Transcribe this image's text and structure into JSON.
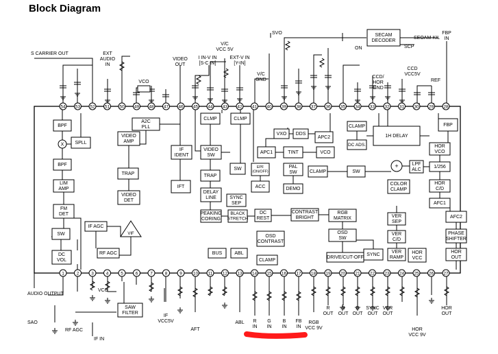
{
  "title": "Block Diagram",
  "top_pins": [
    "54",
    "53",
    "52",
    "51",
    "50",
    "49",
    "48",
    "47",
    "46",
    "45",
    "44",
    "43",
    "42",
    "41",
    "40",
    "39",
    "38",
    "37",
    "36",
    "35",
    "34",
    "33",
    "32",
    "31",
    "30",
    "29",
    "28"
  ],
  "bottom_pins": [
    "1",
    "2",
    "3",
    "4",
    "5",
    "6",
    "7",
    "8",
    "9",
    "10",
    "11",
    "12",
    "13",
    "14",
    "15",
    "16",
    "17",
    "18",
    "19",
    "20",
    "21",
    "22",
    "23",
    "24",
    "25",
    "26",
    "27"
  ],
  "blocks": {
    "bpf1": [
      "BPF"
    ],
    "spll": [
      "SPLL"
    ],
    "bpf2": [
      "BPF"
    ],
    "lim_amp": [
      "LIM",
      "AMP"
    ],
    "fm_det": [
      "FM",
      "DET"
    ],
    "sw_left": [
      "SW"
    ],
    "dc_vol": [
      "DC",
      "VOL"
    ],
    "if_agc": [
      "IF AGC"
    ],
    "rf_agc": [
      "RF AGC"
    ],
    "vif": [
      "VIF"
    ],
    "a2c_pll": [
      "A2C",
      "PLL"
    ],
    "video_amp": [
      "VIDEO",
      "AMP"
    ],
    "trap1": [
      "TRAP"
    ],
    "video_det": [
      "VIDEO",
      "DET"
    ],
    "if_ident": [
      "IF",
      "IDENT"
    ],
    "ift": [
      "IFT"
    ],
    "saw_filter": [
      "SAW",
      "FILTER"
    ],
    "clmp1": [
      "CLMP"
    ],
    "clmp2": [
      "CLMP"
    ],
    "video_sw": [
      "VIDEO",
      "SW"
    ],
    "sw_mid": [
      "SW"
    ],
    "trap2": [
      "TRAP"
    ],
    "delay_line": [
      "DELAY",
      "LINE"
    ],
    "sync_sep": [
      "SYNC",
      "SEP"
    ],
    "peaking": [
      "PEAKING",
      "CORING"
    ],
    "black_stretch": [
      "BLACK",
      "STRETCH"
    ],
    "dc_rest": [
      "DC",
      "REST"
    ],
    "apc1": [
      "APC1"
    ],
    "vxo": [
      "VXO"
    ],
    "dds": [
      "DDS"
    ],
    "apc2": [
      "APC2"
    ],
    "tint": [
      "TINT"
    ],
    "vco_small": [
      "VCO"
    ],
    "epf": [
      "EPF",
      "(ON/OFF)"
    ],
    "acc": [
      "ACC"
    ],
    "pal_sw": [
      "PAL",
      "SW"
    ],
    "demo": [
      "DEMO"
    ],
    "clamp_mid": [
      "CLAMP"
    ],
    "sw_right": [
      "SW"
    ],
    "clamp_top": [
      "CLAMP"
    ],
    "dc_ads": [
      "DC ADS."
    ],
    "delay_1h": [
      "1H DELAY"
    ],
    "lpf_alc": [
      "LPF",
      "ALC"
    ],
    "color_clamp": [
      "COLOR",
      "CLAMP"
    ],
    "fbp": [
      "FBP"
    ],
    "hor_vco": [
      "HOR",
      "VCO"
    ],
    "div256": [
      "1/256"
    ],
    "hor_cd": [
      "HOR",
      "C/D"
    ],
    "afc1": [
      "AFC1"
    ],
    "afc2": [
      "AFC2"
    ],
    "phase_shifter": [
      "PHASE",
      "SHIFTER"
    ],
    "hor_out": [
      "HOR",
      "OUT"
    ],
    "contrast_bright": [
      "CONTRAST",
      "BRIGHT"
    ],
    "rgb_matrix": [
      "RGB",
      "MATRIX"
    ],
    "osd_sw": [
      "OSD",
      "SW"
    ],
    "drive_cutoff": [
      "DRIVE/CUT-OFF"
    ],
    "osd_contrast": [
      "OSD",
      "CONTRAST"
    ],
    "clamp_bottom": [
      "CLAMP"
    ],
    "bus": [
      "BUS"
    ],
    "abl": [
      "ABL"
    ],
    "sync": [
      "SYNC"
    ],
    "ver_sep": [
      "VER",
      "SEP"
    ],
    "ver_cd": [
      "VER",
      "C/D"
    ],
    "ver_ramp": [
      "VER",
      "RAMP"
    ],
    "hor_vcc": [
      "HOR",
      "VCC"
    ],
    "secam": [
      "SECAM",
      "DECODER"
    ]
  },
  "labels": {
    "s_carrier_out": "S CARRIER OUT",
    "ext_audio_in": [
      "EXT",
      "AUDIO",
      "IN"
    ],
    "vco_top": "VCO",
    "video_out": [
      "VIDEO",
      "OUT"
    ],
    "vc_vcc": [
      "V/C",
      "VCC 5V"
    ],
    "i_in": [
      "I IN-V IN",
      "[S-C IN]"
    ],
    "ext_v_in": [
      "EXT-V IN",
      "[Y-IN]"
    ],
    "vc_gnd": [
      "V/C",
      "GND"
    ],
    "svo": "SVO",
    "on": "ON",
    "secam_kil": "SEOAM-KIL",
    "scp": "SCP",
    "fbp_in": [
      "FBP",
      "IN"
    ],
    "ccd_hor_gnd": [
      "CCD/",
      "HOR",
      "GND"
    ],
    "ccd_vcc": [
      "CCD",
      "VCC5V"
    ],
    "ref": "REF",
    "audio_output": "AUDIO OUTPUT",
    "vcc_left": "VCC",
    "sao": "SAO",
    "rf_agc_out": "RF AGC",
    "if_in": "IF IN",
    "if_vcc": [
      "IF",
      "VCC5V"
    ],
    "aft": "AFT",
    "abl_pin": "ABL",
    "r_in": [
      "R",
      "IN"
    ],
    "g_in": [
      "G",
      "IN"
    ],
    "b_in": [
      "B",
      "IN"
    ],
    "fb_in": [
      "FB",
      "IN"
    ],
    "rgb_vcc": [
      "RGB",
      "VCC 9V"
    ],
    "r_out": [
      "R",
      "OUT"
    ],
    "g_out": [
      "G",
      "OUT"
    ],
    "b_out": [
      "B",
      "OUT"
    ],
    "sync_out": [
      "SYNC",
      "OUT"
    ],
    "ver_out": [
      "VER",
      "OUT"
    ],
    "hor_vcc_bot": [
      "HOR",
      "VCC 9V"
    ],
    "hor_out_bot": [
      "HOR",
      "OUT"
    ],
    "vco_label2": "VCO",
    "fm": "FM"
  }
}
